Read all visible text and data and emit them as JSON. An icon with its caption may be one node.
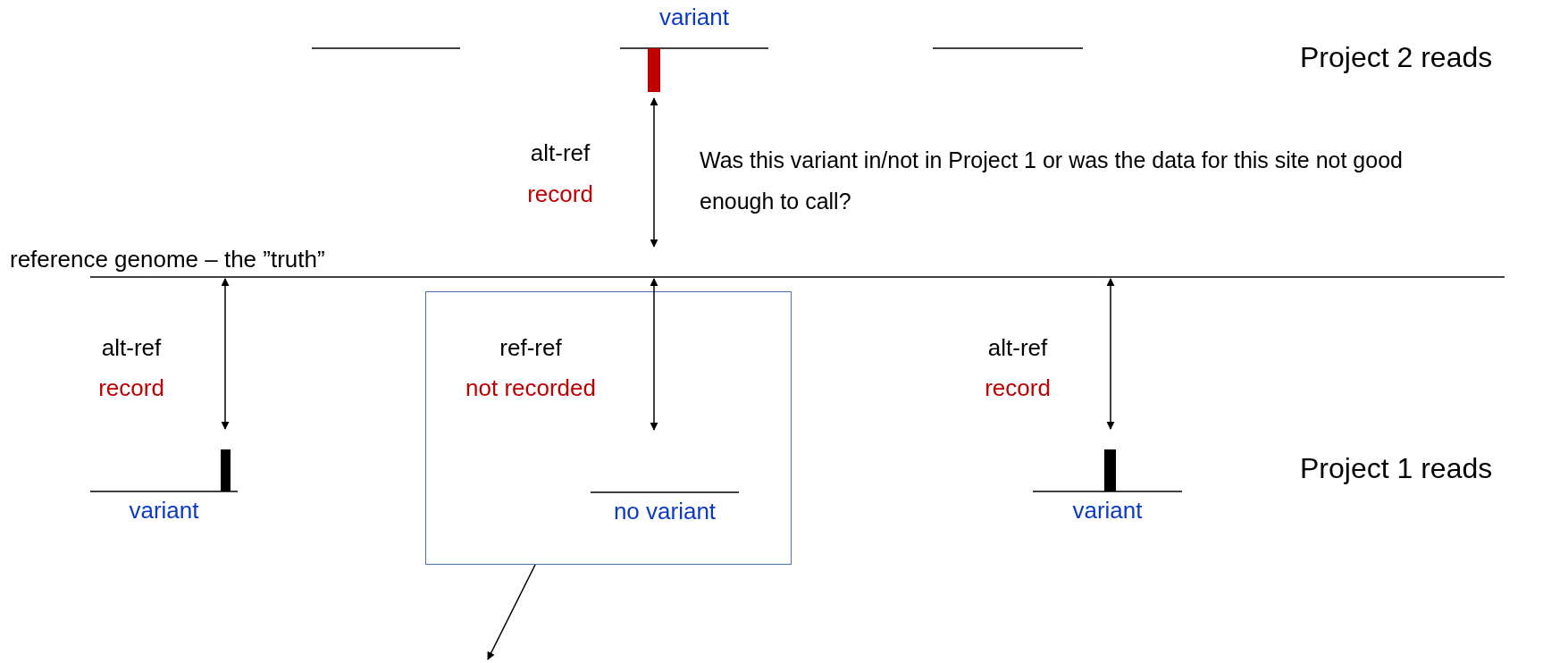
{
  "diagram": {
    "nodes": [
      {
        "text": [
          "reference genome – the ”truth”"
        ]
      },
      {
        "text": [],
        "shape": "bar"
      },
      {
        "text": [],
        "shape": "bar",
        "beside": [
          "variant"
        ]
      },
      {
        "text": [],
        "shape": "bar"
      },
      {
        "text": [],
        "shape": "box"
      },
      {
        "text": [],
        "shape": "bar",
        "in": 4,
        "beside": [
          "no variant"
        ]
      },
      {
        "text": [],
        "shape": "bar",
        "beside": [
          "variant"
        ]
      },
      {
        "text": [],
        "shape": "bar",
        "beside": [
          "variant"
        ]
      }
    ],
    "edges": [
      {
        "from": 2,
        "to": 0,
        "arrow": "both"
      },
      {
        "from": 6,
        "to": 0,
        "arrow": "both"
      },
      {
        "from": 5,
        "to": 0,
        "arrow": "both"
      },
      {
        "from": 7,
        "to": 0,
        "arrow": "both"
      },
      {
        "from": 4,
        "to": null,
        "arrow": "to"
      }
    ],
    "labels": [
      "Project 2 reads",
      "alt-ref",
      "record",
      "Was this variant in/not in Project 1 or was the data for this site not good enough to call?",
      "alt-ref",
      "record",
      "ref-ref",
      "not recorded",
      "alt-ref",
      "record",
      "Project 1 reads"
    ]
  }
}
